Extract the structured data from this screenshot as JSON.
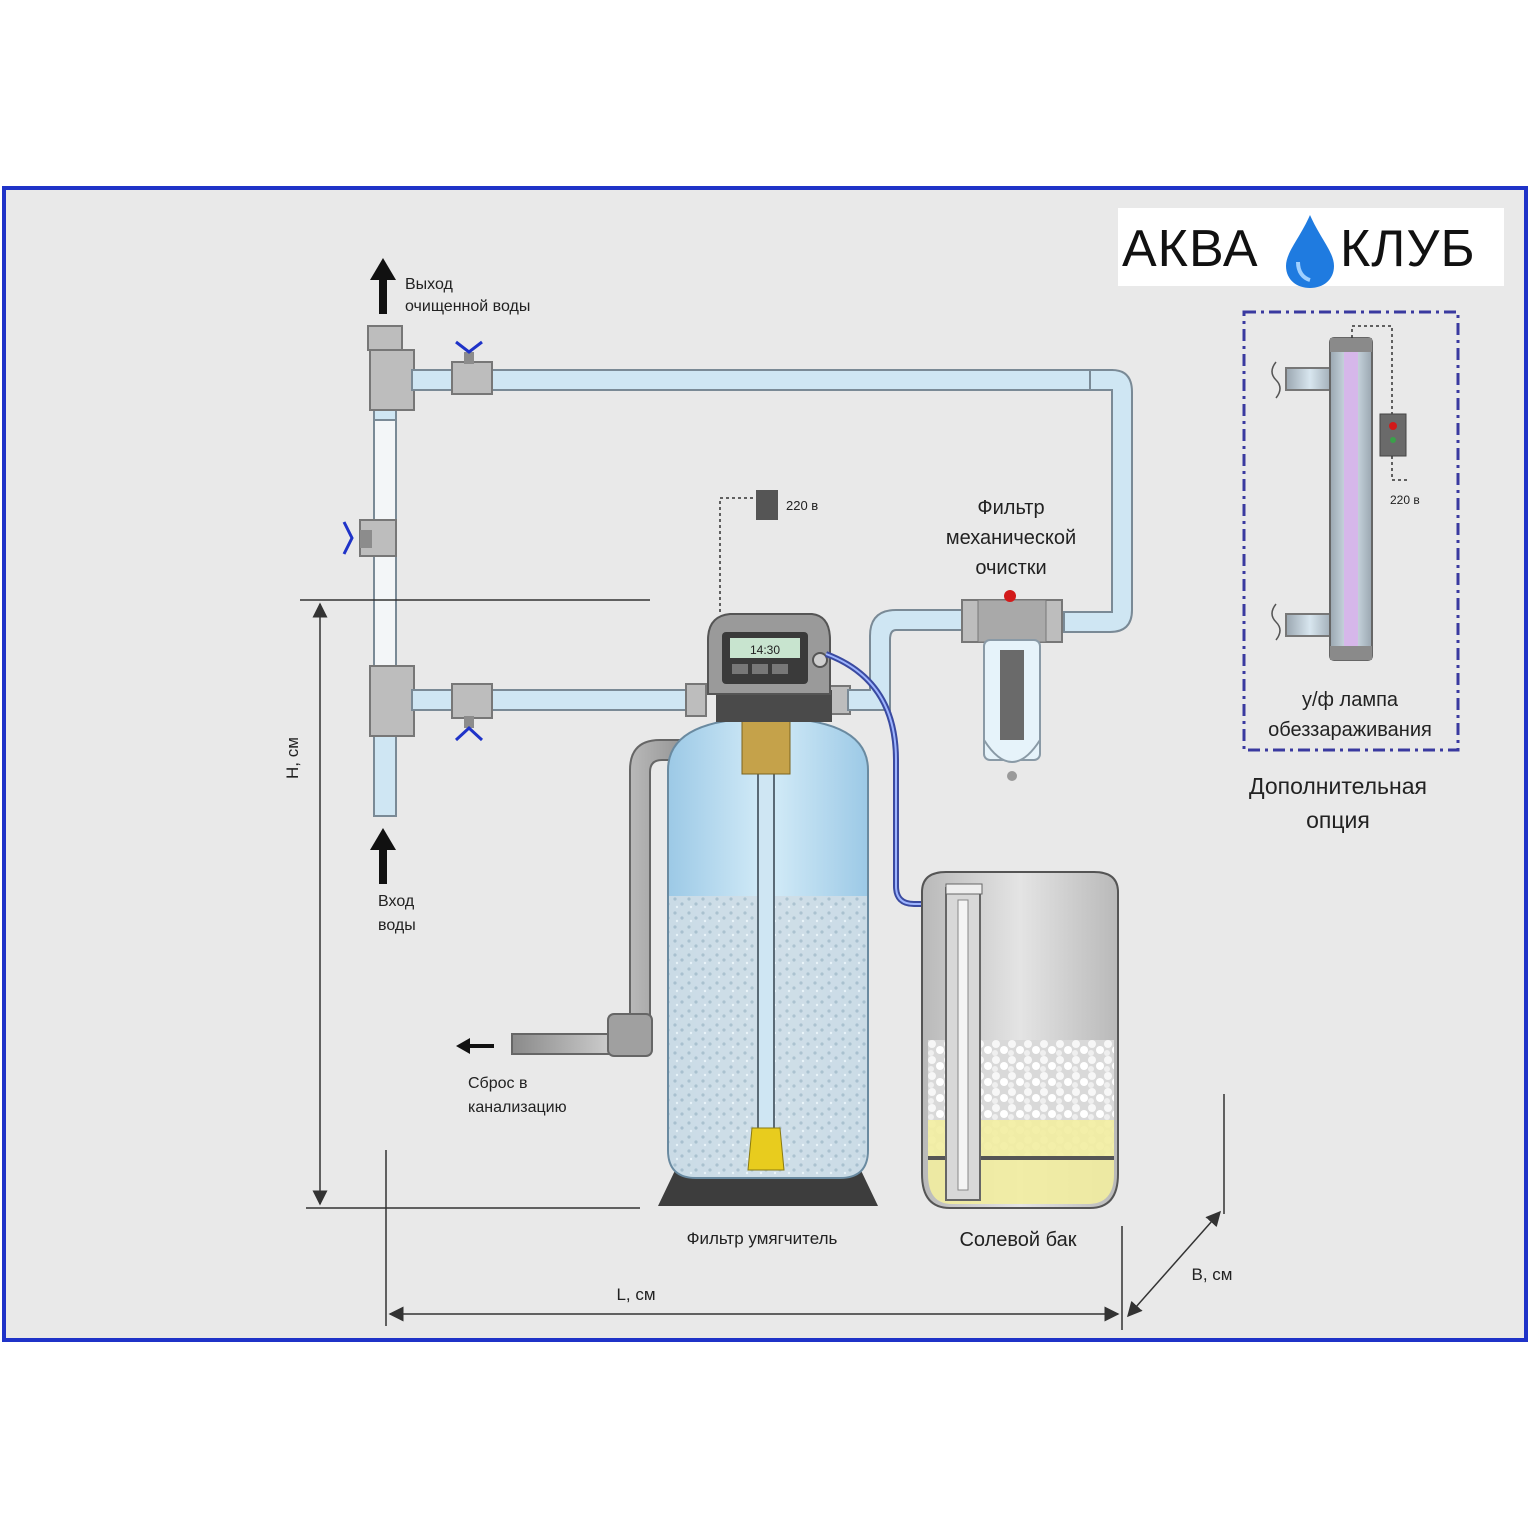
{
  "logo": {
    "left_text": "АКВА",
    "right_text": "КЛУБ",
    "drop_color": "#1f7be0"
  },
  "labels": {
    "outlet_line1": "Выход",
    "outlet_line2": "очищенной воды",
    "inlet_line1": "Вход",
    "inlet_line2": "воды",
    "drain_line1": "Сброс в",
    "drain_line2": "канализацию",
    "mech_filter_line1": "Фильтр",
    "mech_filter_line2": "механической",
    "mech_filter_line3": "очистки",
    "softener": "Фильтр умягчитель",
    "brine_tank": "Солевой бак",
    "power_main": "220 в",
    "power_uv": "220 в",
    "uv_line1": "у/ф лампа",
    "uv_line2": "обеззараживания",
    "option_line1": "Дополнительная",
    "option_line2": "опция",
    "dim_h": "H, см",
    "dim_l": "L, см",
    "dim_b": "B, см",
    "display": "14:30"
  },
  "colors": {
    "frame_border": "#1f33c8",
    "background": "#e9e9e9",
    "pipe_fill": "#cfe6f3",
    "pipe_stroke": "#7a8a96",
    "uv_border": "#3a3aa0"
  }
}
